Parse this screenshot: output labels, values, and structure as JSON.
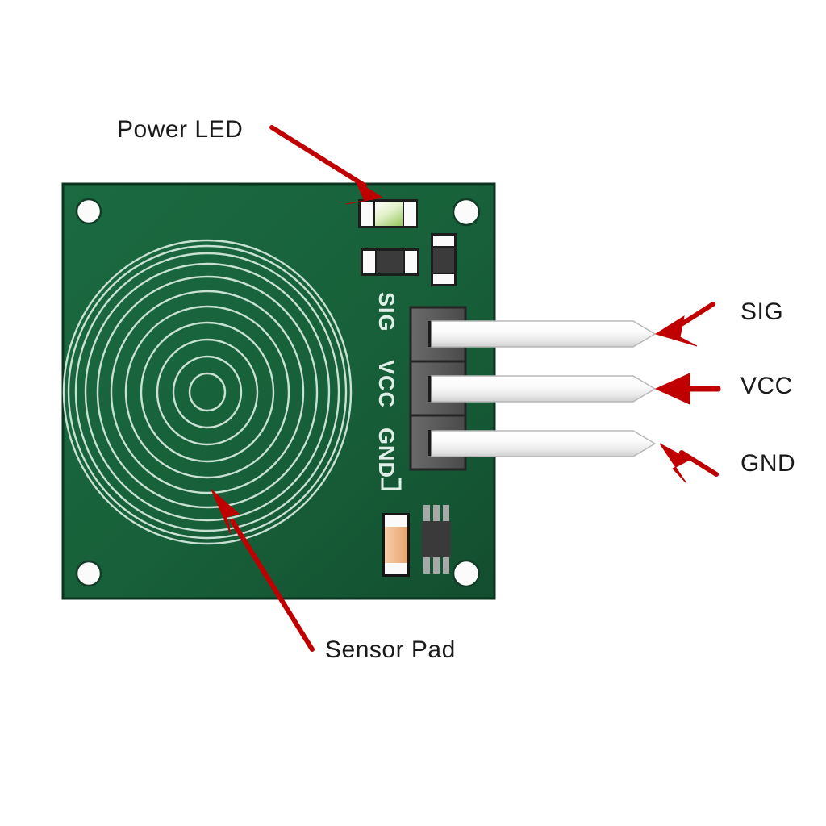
{
  "image": {
    "kind": "labeled-hardware-diagram",
    "subject": "Capacitive touch sensor module PCB",
    "background_color": "#ffffff"
  },
  "board": {
    "silkscreen_color": "#dfeee6",
    "pcb_color": "#17603a",
    "pcb_edge_color": "#0d3b24",
    "sensor_pad": {
      "name": "spiral-sensor-pad",
      "ring_count": 11,
      "trace_color": "#cfe7da"
    },
    "silkscreen_labels": [
      {
        "text": "SIG",
        "rotation_deg": 90
      },
      {
        "text": "VCC",
        "rotation_deg": 90
      },
      {
        "text": "GND",
        "rotation_deg": 90
      }
    ],
    "mounting_holes": 4,
    "components": [
      {
        "name": "power-led",
        "color": "#bede8f"
      },
      {
        "name": "smd-resistor",
        "color": "#3a3a3a"
      },
      {
        "name": "smd-capacitor",
        "color": "#3a3a3a"
      },
      {
        "name": "through-hole-resistor",
        "color": "#f0bc92"
      },
      {
        "name": "smd-ic",
        "color": "#3a3a3a"
      },
      {
        "name": "pin-header",
        "color": "#595959"
      }
    ],
    "pins": [
      {
        "name": "sig-pin",
        "color": "#f2f2f2"
      },
      {
        "name": "vcc-pin",
        "color": "#f2f2f2"
      },
      {
        "name": "gnd-pin",
        "color": "#f2f2f2"
      }
    ]
  },
  "callouts": {
    "arrow_color": "#c00000",
    "items": [
      {
        "id": "power-led",
        "label": "Power LED"
      },
      {
        "id": "sig",
        "label": "SIG"
      },
      {
        "id": "vcc",
        "label": "VCC"
      },
      {
        "id": "gnd",
        "label": "GND"
      },
      {
        "id": "sensor-pad",
        "label": "Sensor Pad"
      }
    ]
  }
}
